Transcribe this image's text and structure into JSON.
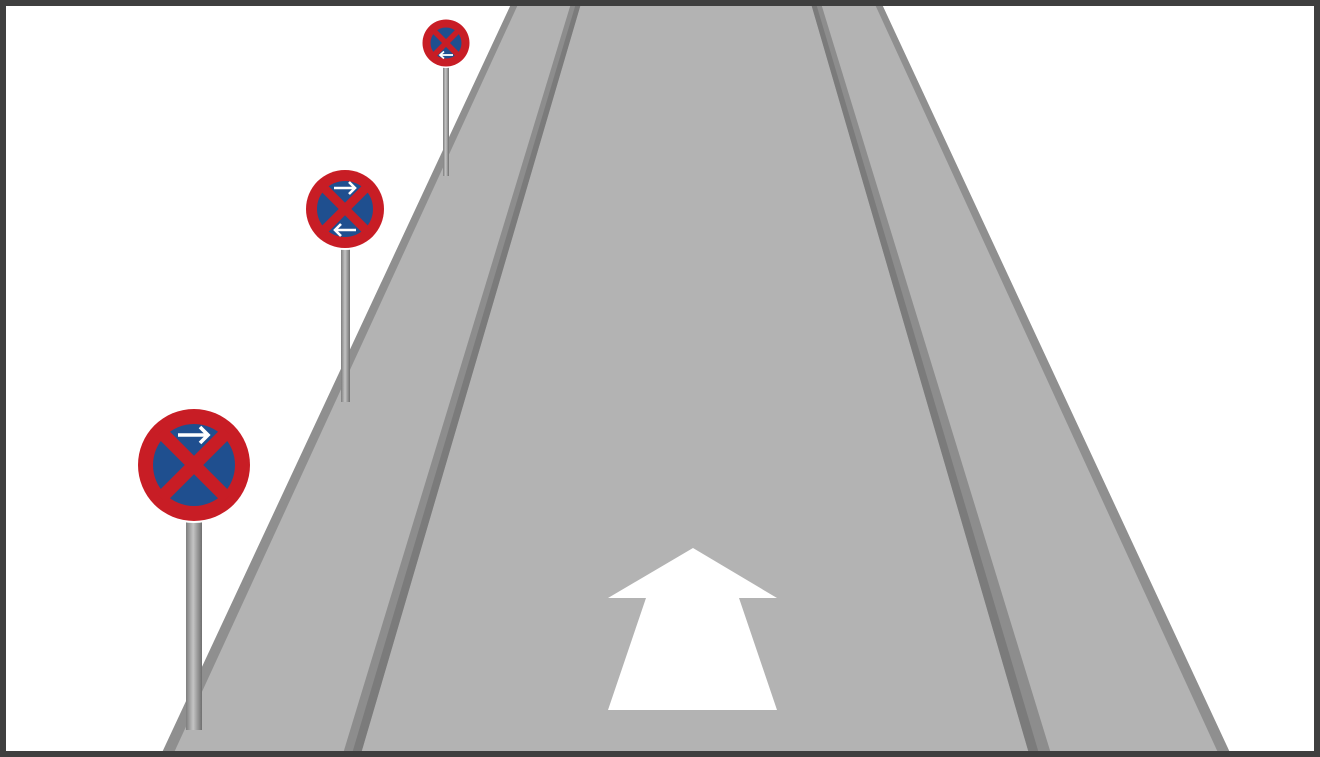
{
  "scene": {
    "kind": "road illustration with no-stopping signs",
    "colors": {
      "frame": "#3f3f3f",
      "background": "#ffffff",
      "road": "#b3b3b3",
      "road_edge": "#8a8a8a",
      "lane_line": "#8e8e8e",
      "lane_line_shadow": "#7a7a7a",
      "arrow": "#ffffff",
      "sign_red": "#c81d25",
      "sign_blue": "#1f4f8f",
      "sign_rim": "#ffffff",
      "pole": "#8c8c8c",
      "pole_highlight": "#b9b9b9"
    },
    "road_arrow": {
      "direction": "straight-ahead"
    },
    "signs": [
      {
        "type": "no-stopping",
        "arrows": [
          "right"
        ],
        "color_red": "#c81d25",
        "color_blue": "#1f4f8f"
      },
      {
        "type": "no-stopping",
        "arrows": [
          "right",
          "left"
        ],
        "color_red": "#c81d25",
        "color_blue": "#1f4f8f"
      },
      {
        "type": "no-stopping",
        "arrows": [
          "left"
        ],
        "color_red": "#c81d25",
        "color_blue": "#1f4f8f"
      }
    ]
  }
}
